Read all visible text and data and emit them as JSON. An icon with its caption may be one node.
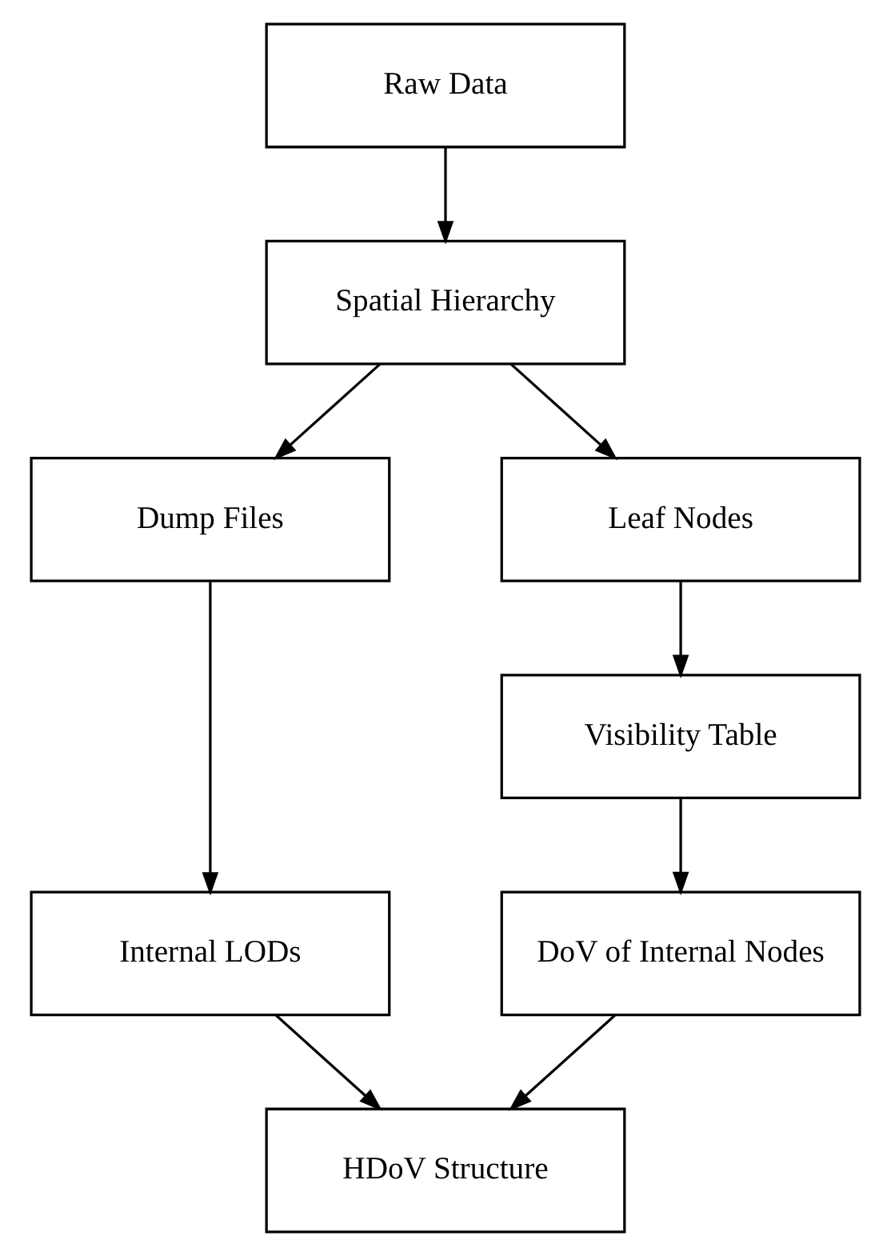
{
  "diagram": {
    "nodes": [
      {
        "text": [
          "Raw Data"
        ]
      },
      {
        "text": [
          "Spatial Hierarchy"
        ]
      },
      {
        "text": [
          "Dump Files"
        ]
      },
      {
        "text": [
          "Leaf Nodes"
        ]
      },
      {
        "text": [
          "Internal LODs"
        ]
      },
      {
        "text": [
          "Visibility Table"
        ]
      },
      {
        "text": [
          "DoV of Internal Nodes"
        ]
      },
      {
        "text": [
          "HDoV Structure"
        ]
      }
    ],
    "edges": [
      {
        "from": 0,
        "to": 1,
        "arrow": "to"
      },
      {
        "from": 1,
        "to": 2,
        "arrow": "to"
      },
      {
        "from": 1,
        "to": 3,
        "arrow": "to"
      },
      {
        "from": 2,
        "to": 4,
        "arrow": "to"
      },
      {
        "from": 3,
        "to": 5,
        "arrow": "to"
      },
      {
        "from": 5,
        "to": 6,
        "arrow": "to"
      },
      {
        "from": 4,
        "to": 7,
        "arrow": "to"
      },
      {
        "from": 6,
        "to": 7,
        "arrow": "to"
      }
    ]
  }
}
